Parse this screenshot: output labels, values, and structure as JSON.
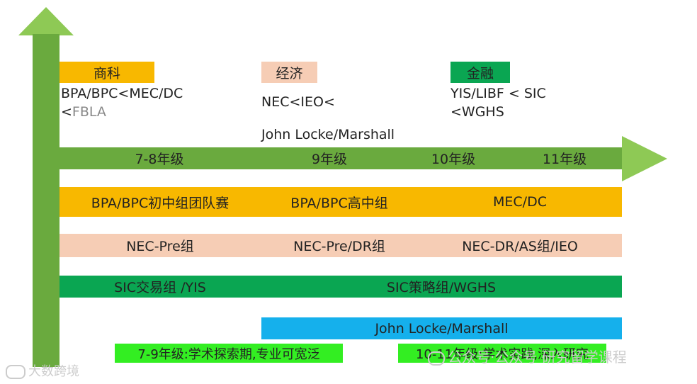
{
  "colors": {
    "axis_green": "#6aaa3e",
    "arrow_head_green": "#8ec955",
    "orange": "#f8b800",
    "peach": "#f6cdb5",
    "green": "#0aa652",
    "blue": "#15b0ec",
    "bright_green": "#33ee22"
  },
  "categories": [
    {
      "tag": "商科",
      "lines": [
        "BPA/BPC<MEC/DC",
        "<",
        "FBLA"
      ]
    },
    {
      "tag": "经济",
      "lines": [
        "NEC<IEO<",
        "John Locke/Marshall"
      ]
    },
    {
      "tag": "金融",
      "lines": [
        "YIS/LIBF <  SIC",
        "<WGHS"
      ]
    }
  ],
  "timeline": {
    "grades": [
      "7-8年级",
      "9年级",
      "10年级",
      "11年级"
    ]
  },
  "bands": {
    "business": [
      "BPA/BPC初中组团队赛",
      "BPA/BPC高中组",
      "MEC/DC"
    ],
    "economics": [
      "NEC-Pre组",
      "NEC-Pre/DR组",
      "NEC-DR/AS组/IEO"
    ],
    "finance": [
      "SIC交易组 /YIS",
      "SIC策略组/WGHS"
    ],
    "essay": "John Locke/Marshall"
  },
  "phases": [
    "7-9年级:学术探索期,专业可宽泛",
    "10-11年级:学术实践,深入研究"
  ],
  "watermarks": {
    "left": "大数跨境",
    "right": "公众号·公众号 研究留学课程"
  }
}
